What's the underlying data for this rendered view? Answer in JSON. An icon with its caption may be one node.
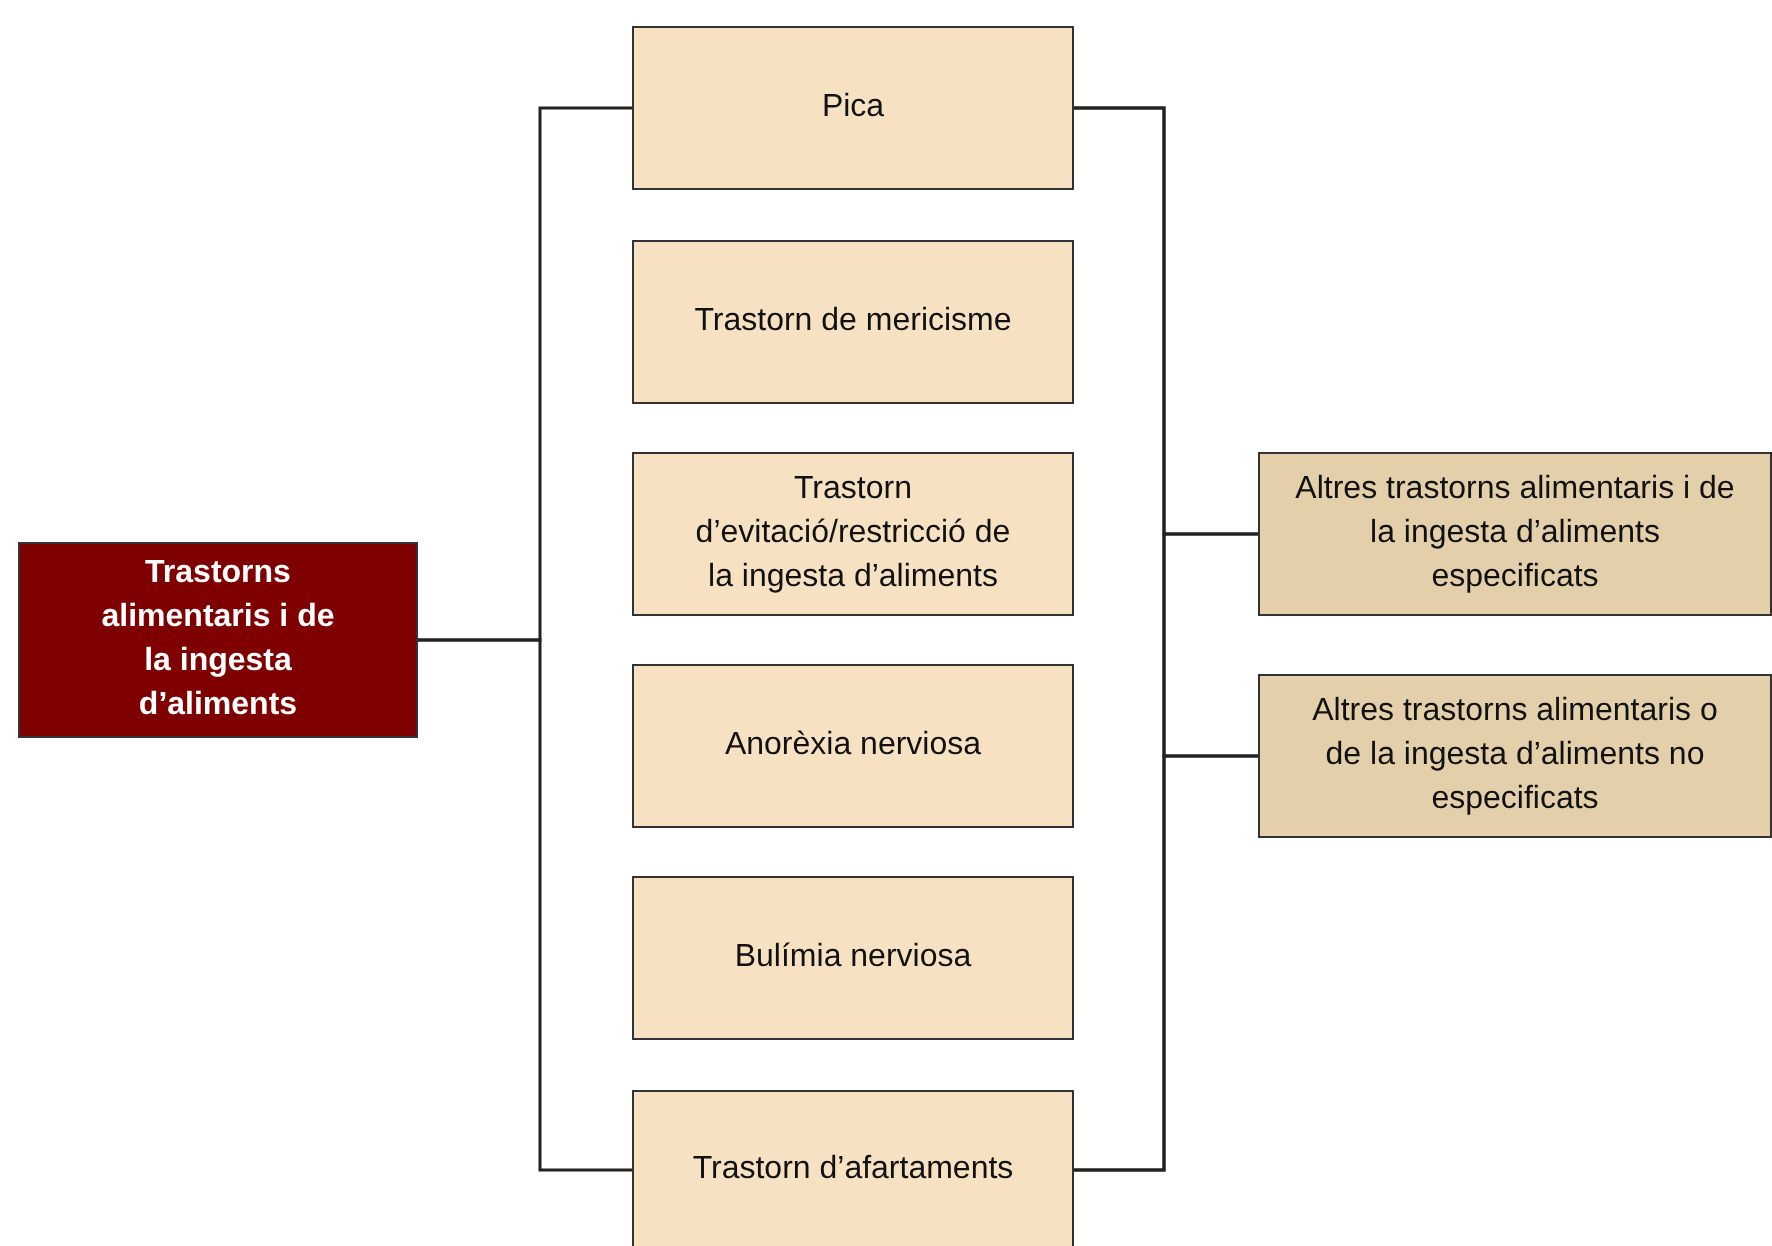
{
  "diagram": {
    "nodes": [
      {
        "text": [
          "Trastorns alimentaris i de la ingesta d’aliments"
        ]
      },
      {
        "text": [
          "Pica"
        ]
      },
      {
        "text": [
          "Trastorn de mericisme"
        ]
      },
      {
        "text": [
          "Trastorn d’evitació/restricció de la ingesta d’aliments"
        ]
      },
      {
        "text": [
          "Anorèxia nerviosa"
        ]
      },
      {
        "text": [
          "Bulímia nerviosa"
        ]
      },
      {
        "text": [
          "Trastorn d’afartaments"
        ]
      },
      {
        "text": [
          "Altres trastorns alimentaris i de la ingesta d’aliments especificats"
        ]
      },
      {
        "text": [
          "Altres trastorns alimentaris o de la ingesta d’aliments no especificats"
        ]
      }
    ],
    "edges": [
      {
        "from": 0,
        "to": 1,
        "arrow": "none"
      },
      {
        "from": 0,
        "to": 6,
        "arrow": "none"
      },
      {
        "from": 1,
        "to": 7,
        "arrow": "none"
      },
      {
        "from": 1,
        "to": 8,
        "arrow": "none"
      },
      {
        "from": 6,
        "to": 7,
        "arrow": "none"
      },
      {
        "from": 6,
        "to": 8,
        "arrow": "none"
      }
    ]
  }
}
